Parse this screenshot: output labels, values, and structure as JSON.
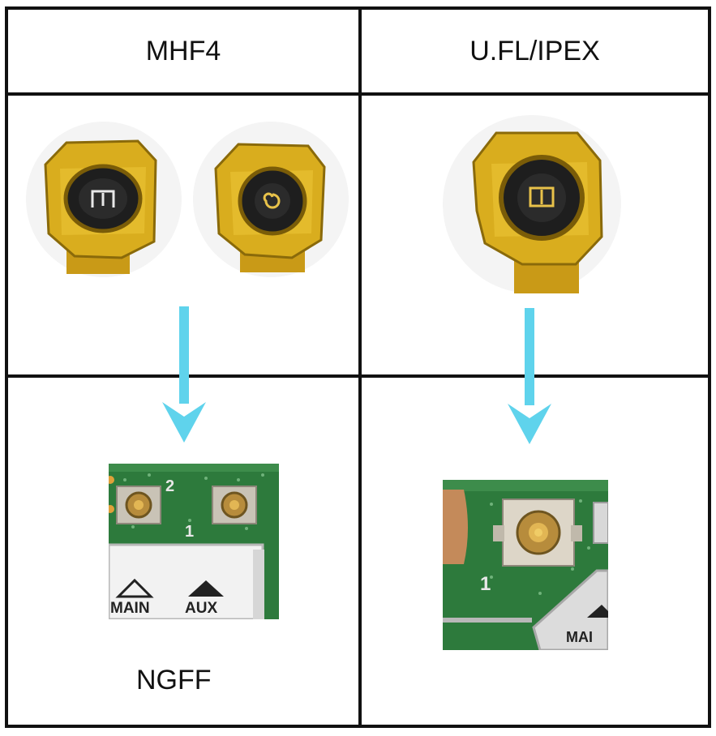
{
  "headers": {
    "left": "MHF4",
    "right": "U.FL/IPEX"
  },
  "footer": {
    "left": "NGFF"
  },
  "board_left": {
    "marking_two": "2",
    "marking_one": "1",
    "main_label": "MAIN",
    "aux_label": "AUX"
  },
  "board_right": {
    "marking_one": "1",
    "main_label": "MAI"
  },
  "colors": {
    "grid_line": "#111111",
    "arrow": "#5fd3ec",
    "gold": "#d9ad1e",
    "pcb_green": "#2d7a3c"
  }
}
